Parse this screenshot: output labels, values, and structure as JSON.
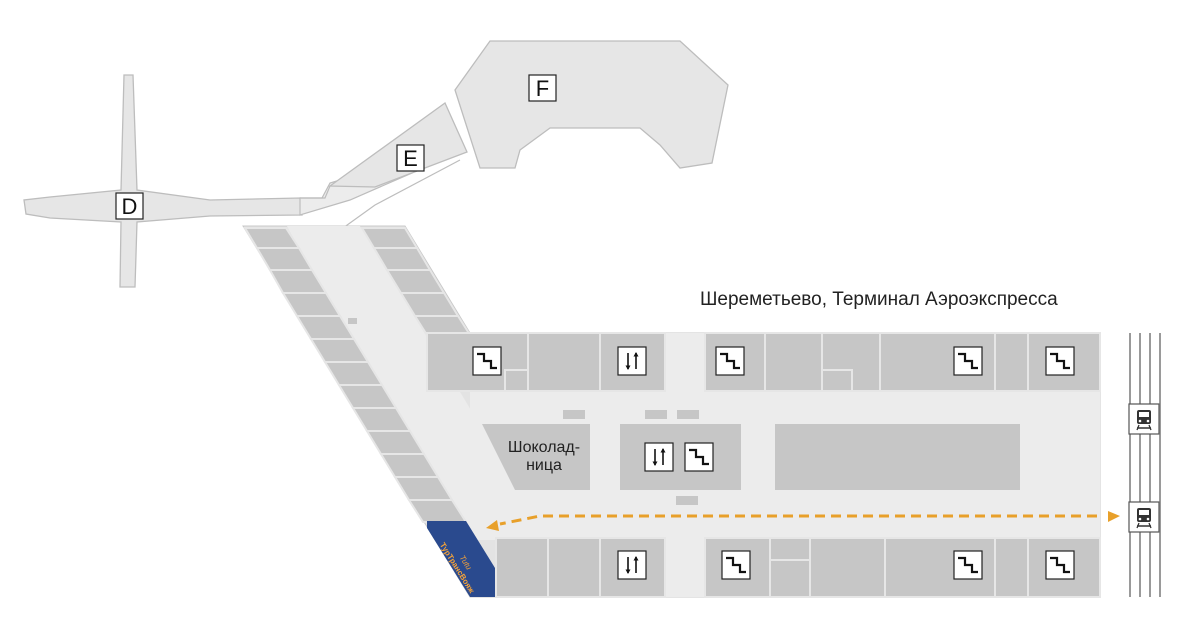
{
  "map_title": "Шереметьево, Терминал Аэроэкспресса",
  "terminals": {
    "d": "D",
    "e": "E",
    "f": "F"
  },
  "shop": {
    "line1": "Шоколад-",
    "line2": "ница"
  },
  "kiosk": {
    "brand_line1": "Tutu",
    "brand_line2": "ТурТрансВояж"
  },
  "icons": {
    "stairs": "stairs-icon",
    "elevator": "elevator-icon",
    "train": "train-icon"
  },
  "colors": {
    "building": "#e3e3e3",
    "corridor": "#ececec",
    "rooms": "#c6c6c6",
    "route": "#e8a02a",
    "kiosk": "#2a4a8e",
    "kiosk_text": "#f2a23a"
  }
}
